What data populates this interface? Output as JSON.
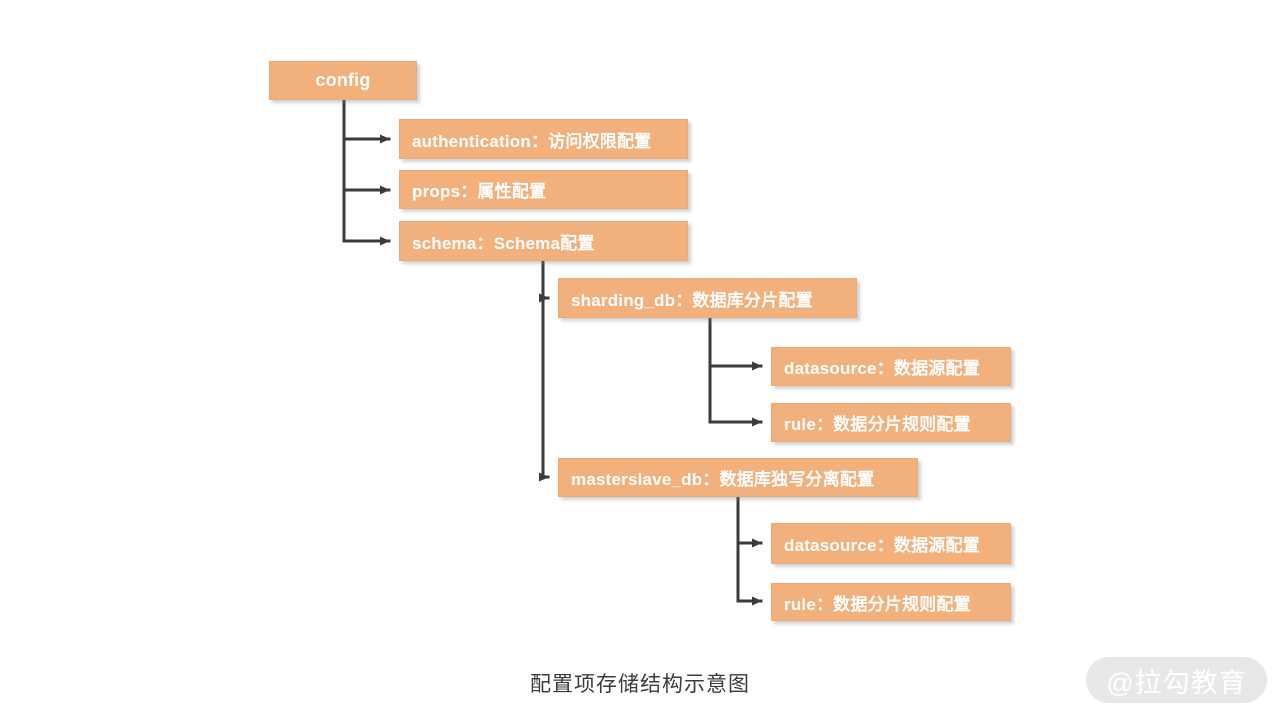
{
  "diagram": {
    "title": "配置项存储结构示意图",
    "watermark": "@拉勾教育",
    "colors": {
      "node_fill": "#f2b07c",
      "node_text": "#ffffff",
      "connector_line": "#3b3b3d",
      "caption_text": "#3c3c3c",
      "watermark_bg": "#e8e8e8",
      "watermark_text": "#ffffff"
    },
    "nodes": [
      {
        "id": "config",
        "label": "config",
        "parent": null
      },
      {
        "id": "authentication",
        "label": "authentication：访问权限配置",
        "parent": "config"
      },
      {
        "id": "props",
        "label": "props：属性配置",
        "parent": "config"
      },
      {
        "id": "schema",
        "label": "schema：Schema配置",
        "parent": "config"
      },
      {
        "id": "sharding_db",
        "label": "sharding_db：数据库分片配置",
        "parent": "schema"
      },
      {
        "id": "sharding_datasource",
        "label": "datasource：数据源配置",
        "parent": "sharding_db"
      },
      {
        "id": "sharding_rule",
        "label": "rule：数据分片规则配置",
        "parent": "sharding_db"
      },
      {
        "id": "masterslave_db",
        "label": "masterslave_db：数据库独写分离配置",
        "parent": "schema"
      },
      {
        "id": "masterslave_datasource",
        "label": "datasource：数据源配置",
        "parent": "masterslave_db"
      },
      {
        "id": "masterslave_rule",
        "label": "rule：数据分片规则配置",
        "parent": "masterslave_db"
      }
    ]
  }
}
